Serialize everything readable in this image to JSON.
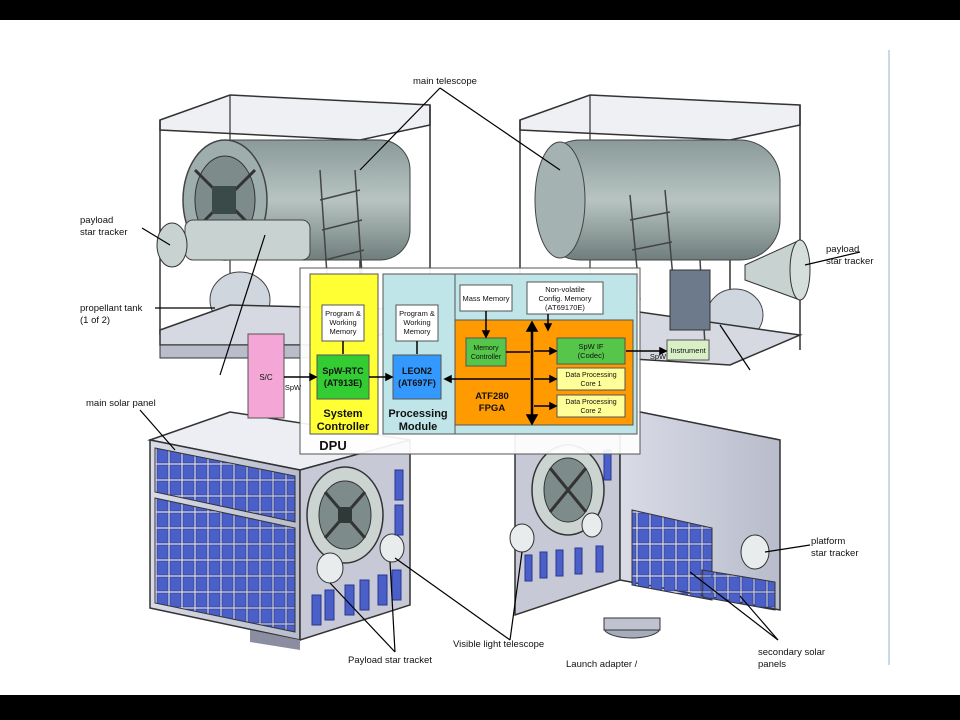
{
  "labels": {
    "main_telescope": "main telescope",
    "payload_star_tracker_left_1": "payload",
    "payload_star_tracker_left_2": "star tracker",
    "payload_star_tracker_right_1": "payload",
    "payload_star_tracker_right_2": "star tracker",
    "propellant_tank_1": "propellant tank",
    "propellant_tank_2": "(1 of 2)",
    "main_solar_panel": "main solar panel",
    "platform_star_tracker_1": "platform",
    "platform_star_tracker_2": "star tracker",
    "secondary_solar_panels_1": "secondary solar",
    "secondary_solar_panels_2": "panels",
    "payload_star_tracket": "Payload star tracket",
    "visible_light_telescope": "Visible light telescope",
    "launch_adapter": "Launch adapter /"
  },
  "dpu": {
    "title": "DPU",
    "sc": "S/C",
    "spw_sc": "SpW",
    "spw_inst": "SpW",
    "instrument": "Instrument",
    "system_controller": {
      "mem_1": "Program &",
      "mem_2": "Working",
      "mem_3": "Memory",
      "chip_1": "SpW-RTC",
      "chip_2": "(AT913E)",
      "title_1": "System",
      "title_2": "Controller"
    },
    "processing_module": {
      "mem_1": "Program &",
      "mem_2": "Working",
      "mem_3": "Memory",
      "chip_1": "LEON2",
      "chip_2": "(AT697F)",
      "title_1": "Processing",
      "title_2": "Module"
    },
    "fpga": {
      "mass_memory": "Mass Memory",
      "nv_1": "Non-volatile",
      "nv_2": "Config. Memory",
      "nv_3": "(AT69170E)",
      "mc_1": "Memory",
      "mc_2": "Controller",
      "spw_if_1": "SpW IF",
      "spw_if_2": "(Codec)",
      "core1_1": "Data Processing",
      "core1_2": "Core 1",
      "core2_1": "Data Processing",
      "core2_2": "Core 2",
      "fpga_1": "ATF280",
      "fpga_2": "FPGA"
    }
  },
  "colors": {
    "system_controller": "#ffff33",
    "processing_module": "#bfe5e8",
    "fpga": "#ff9a00",
    "chip_green": "#33cc33",
    "chip_blue": "#3399ff",
    "sc_box": "#f4a6d6"
  }
}
